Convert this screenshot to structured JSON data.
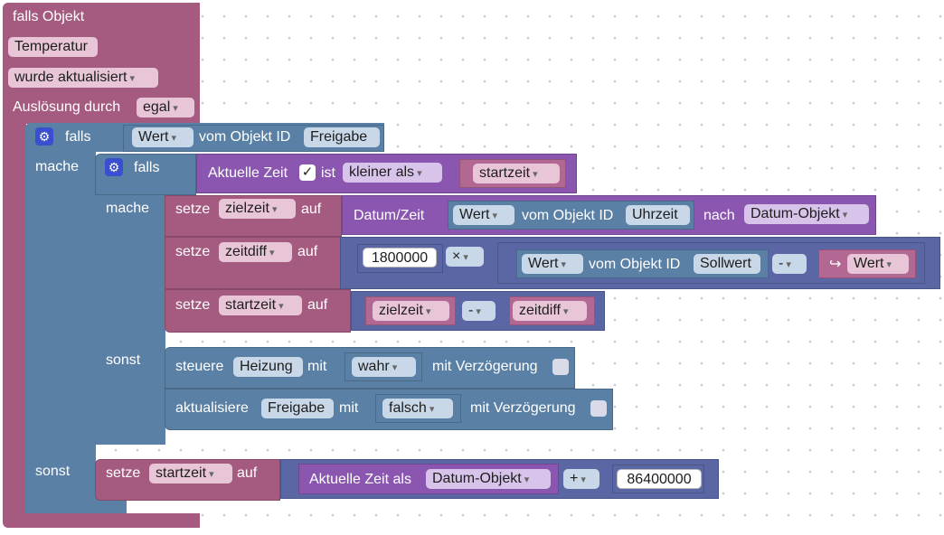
{
  "event_block": {
    "title": "falls Objekt",
    "object": "Temperatur",
    "event": "wurde aktualisiert",
    "trigger_label": "Auslösung durch",
    "trigger_value": "egal"
  },
  "if1": {
    "falls": "falls",
    "wert": "Wert",
    "vom_objekt": "vom Objekt ID",
    "object": "Freigabe",
    "mache": "mache",
    "sonst": "sonst"
  },
  "if2": {
    "falls": "falls",
    "mache": "mache",
    "sonst": "sonst",
    "cond": {
      "aktuelle_zeit": "Aktuelle Zeit",
      "check": "✓",
      "ist": "ist",
      "op": "kleiner als",
      "var": "startzeit"
    }
  },
  "set1": {
    "setze": "setze",
    "var": "zielzeit",
    "auf": "auf",
    "datum_zeit": "Datum/Zeit",
    "wert": "Wert",
    "vom_objekt": "vom Objekt ID",
    "object": "Uhrzeit",
    "nach": "nach",
    "format": "Datum-Objekt"
  },
  "set2": {
    "setze": "setze",
    "var": "zeitdiff",
    "auf": "auf",
    "number": "1800000",
    "op": "×",
    "wert": "Wert",
    "vom_objekt": "vom Objekt ID",
    "object": "Sollwert",
    "minus": "-",
    "arrow": "↪",
    "wert2": "Wert"
  },
  "set3": {
    "setze": "setze",
    "var": "startzeit",
    "auf": "auf",
    "a": "zielzeit",
    "op": "-",
    "b": "zeitdiff"
  },
  "steuere": {
    "label": "steuere",
    "object": "Heizung",
    "mit": "mit",
    "value": "wahr",
    "delay": "mit Verzögerung"
  },
  "aktualisiere": {
    "label": "aktualisiere",
    "object": "Freigabe",
    "mit": "mit",
    "value": "falsch",
    "delay": "mit Verzögerung"
  },
  "set4": {
    "setze": "setze",
    "var": "startzeit",
    "auf": "auf",
    "aktuelle_zeit_als": "Aktuelle Zeit als",
    "format": "Datum-Objekt",
    "op": "+",
    "number": "86400000"
  }
}
